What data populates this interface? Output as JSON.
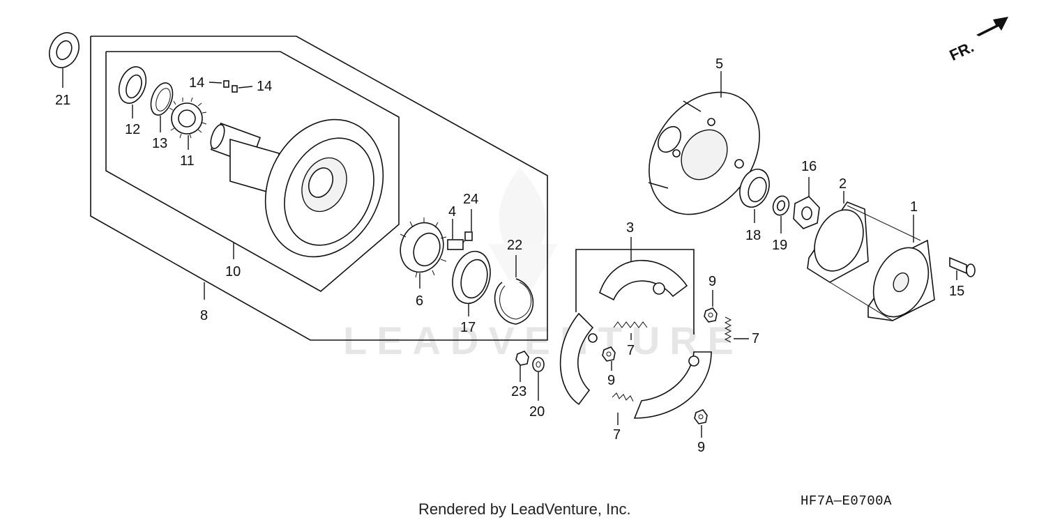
{
  "diagram": {
    "watermark": "LEADVENTURE",
    "direction_label": "FR.",
    "diagram_code": "HF7A—E0700A",
    "credit": "Rendered by LeadVenture, Inc.",
    "callouts": {
      "p1": "1",
      "p2": "2",
      "p3": "3",
      "p4": "4",
      "p5": "5",
      "p6": "6",
      "p7a": "7",
      "p7b": "7",
      "p7c": "7",
      "p8": "8",
      "p9a": "9",
      "p9b": "9",
      "p9c": "9",
      "p10": "10",
      "p11": "11",
      "p12": "12",
      "p13": "13",
      "p14a": "14",
      "p14b": "14",
      "p15": "15",
      "p16": "16",
      "p17": "17",
      "p18": "18",
      "p19": "19",
      "p20": "20",
      "p21": "21",
      "p22": "22",
      "p23": "23",
      "p24": "24"
    }
  }
}
